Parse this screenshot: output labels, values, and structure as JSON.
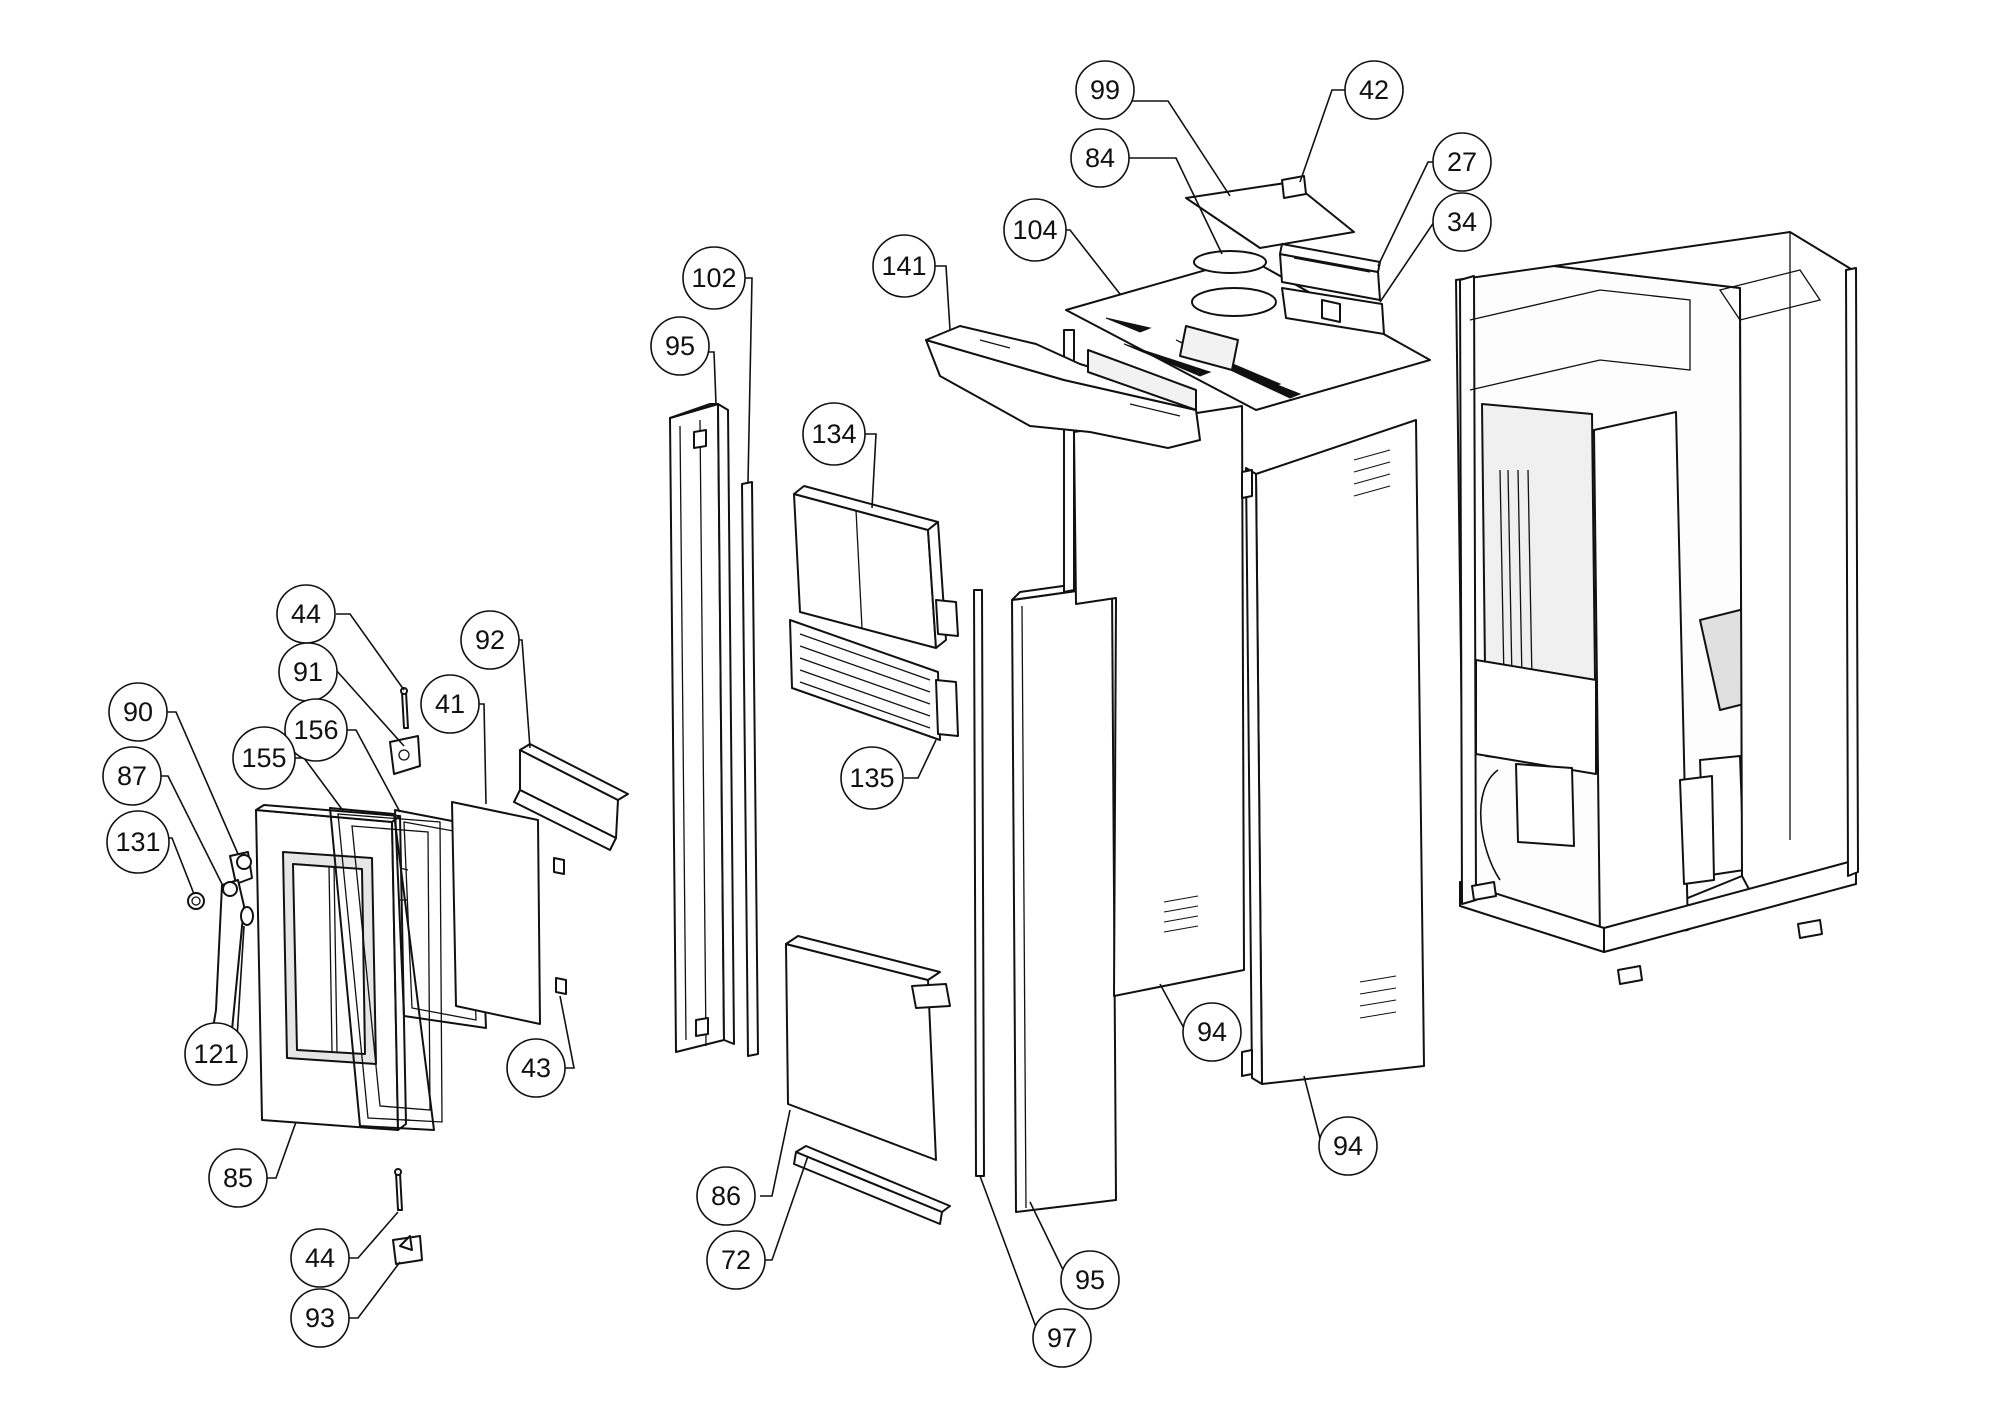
{
  "callouts": [
    {
      "id": "c99",
      "label": "99"
    },
    {
      "id": "c42",
      "label": "42"
    },
    {
      "id": "c84",
      "label": "84"
    },
    {
      "id": "c27",
      "label": "27"
    },
    {
      "id": "c104",
      "label": "104"
    },
    {
      "id": "c34",
      "label": "34"
    },
    {
      "id": "c141",
      "label": "141"
    },
    {
      "id": "c102",
      "label": "102"
    },
    {
      "id": "c95a",
      "label": "95"
    },
    {
      "id": "c134",
      "label": "134"
    },
    {
      "id": "c135",
      "label": "135"
    },
    {
      "id": "c92",
      "label": "92"
    },
    {
      "id": "c44a",
      "label": "44"
    },
    {
      "id": "c41",
      "label": "41"
    },
    {
      "id": "c91",
      "label": "91"
    },
    {
      "id": "c156",
      "label": "156"
    },
    {
      "id": "c90",
      "label": "90"
    },
    {
      "id": "c155",
      "label": "155"
    },
    {
      "id": "c87",
      "label": "87"
    },
    {
      "id": "c131",
      "label": "131"
    },
    {
      "id": "c121",
      "label": "121"
    },
    {
      "id": "c43",
      "label": "43"
    },
    {
      "id": "c85",
      "label": "85"
    },
    {
      "id": "c44b",
      "label": "44"
    },
    {
      "id": "c93",
      "label": "93"
    },
    {
      "id": "c86",
      "label": "86"
    },
    {
      "id": "c72",
      "label": "72"
    },
    {
      "id": "c94a",
      "label": "94"
    },
    {
      "id": "c94b",
      "label": "94"
    },
    {
      "id": "c95b",
      "label": "95"
    },
    {
      "id": "c97",
      "label": "97"
    }
  ]
}
